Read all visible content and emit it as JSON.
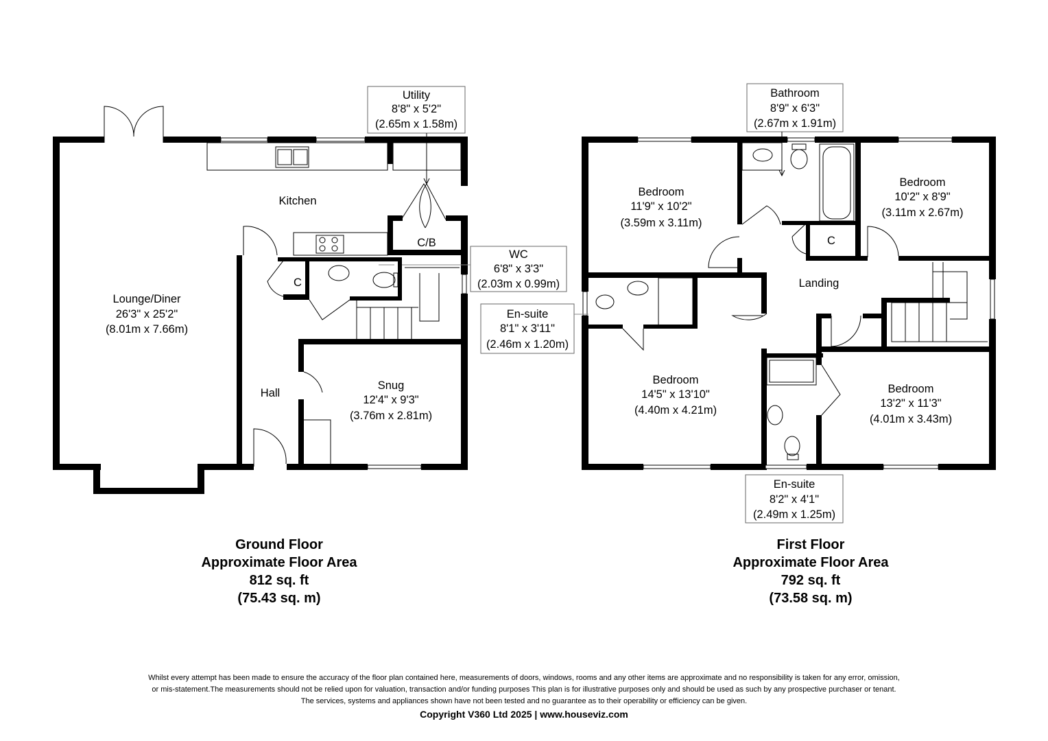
{
  "ground_floor": {
    "title": "Ground Floor",
    "area_label": "Approximate Floor Area",
    "area_sqft": "812 sq. ft",
    "area_sqm": "(75.43 sq. m)",
    "rooms": {
      "lounge": {
        "name": "Lounge/Diner",
        "imperial": "26'3\" x 25'2\"",
        "metric": "(8.01m x 7.66m)"
      },
      "kitchen": {
        "name": "Kitchen"
      },
      "utility": {
        "name": "Utility",
        "imperial": "8'8\" x 5'2\"",
        "metric": "(2.65m x 1.58m)"
      },
      "cb": {
        "name": "C/B"
      },
      "wc": {
        "name": "WC",
        "imperial": "6'8\" x 3'3\"",
        "metric": "(2.03m x 0.99m)"
      },
      "cupboard": {
        "name": "C"
      },
      "hall": {
        "name": "Hall"
      },
      "snug": {
        "name": "Snug",
        "imperial": "12'4\" x 9'3\"",
        "metric": "(3.76m x 2.81m)"
      }
    }
  },
  "first_floor": {
    "title": "First Floor",
    "area_label": "Approximate Floor Area",
    "area_sqft": "792 sq. ft",
    "area_sqm": "(73.58 sq. m)",
    "rooms": {
      "bathroom": {
        "name": "Bathroom",
        "imperial": "8'9\" x 6'3\"",
        "metric": "(2.67m x 1.91m)"
      },
      "bedroom_nw": {
        "name": "Bedroom",
        "imperial": "11'9\" x 10'2\"",
        "metric": "(3.59m x 3.11m)"
      },
      "bedroom_ne": {
        "name": "Bedroom",
        "imperial": "10'2\" x 8'9\"",
        "metric": "(3.11m x 2.67m)"
      },
      "cupboard": {
        "name": "C"
      },
      "landing": {
        "name": "Landing"
      },
      "ensuite_w": {
        "name": "En-suite",
        "imperial": "8'1\" x 3'11\"",
        "metric": "(2.46m x 1.20m)"
      },
      "bedroom_sw": {
        "name": "Bedroom",
        "imperial": "14'5\" x 13'10\"",
        "metric": "(4.40m x 4.21m)"
      },
      "bedroom_se": {
        "name": "Bedroom",
        "imperial": "13'2\" x 11'3\"",
        "metric": "(4.01m x 3.43m)"
      },
      "ensuite_s": {
        "name": "En-suite",
        "imperial": "8'2\" x 4'1\"",
        "metric": "(2.49m x 1.25m)"
      }
    }
  },
  "disclaimer": {
    "line1": "Whilst every attempt has been made to ensure the accuracy of the floor plan contained here, measurements of doors, windows, rooms and any other items are approximate and no responsibility is taken for any error, omission,",
    "line2": "or mis-statement.The measurements should not be relied upon for valuation, transaction and/or funding purposes This plan is for illustrative purposes only and should be used as such by any prospective purchaser or tenant.",
    "line3": "The services, systems and appliances shown have not been tested and no guarantee as to their operability or efficiency can be given.",
    "copyright": "Copyright V360 Ltd 2025 | www.houseviz.com"
  },
  "colors": {
    "wall": "#000000",
    "background": "#ffffff",
    "callout_border": "#666666"
  }
}
